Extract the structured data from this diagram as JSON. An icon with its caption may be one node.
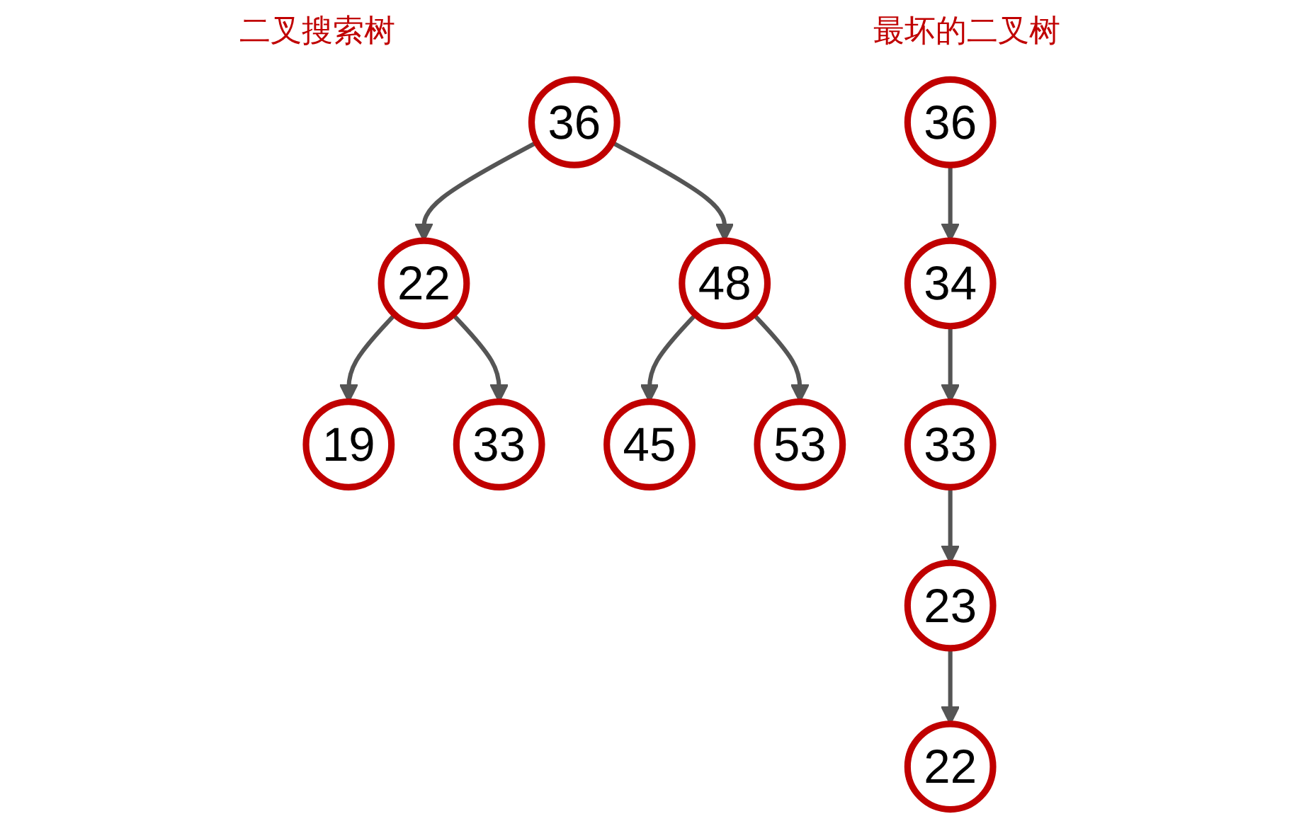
{
  "diagram": {
    "nodes": [
      {
        "text": [
          "36"
        ]
      },
      {
        "text": [
          "22"
        ]
      },
      {
        "text": [
          "48"
        ]
      },
      {
        "text": [
          "19"
        ]
      },
      {
        "text": [
          "33"
        ]
      },
      {
        "text": [
          "45"
        ]
      },
      {
        "text": [
          "53"
        ]
      },
      {
        "text": [
          "36"
        ]
      },
      {
        "text": [
          "34"
        ]
      },
      {
        "text": [
          "33"
        ]
      },
      {
        "text": [
          "23"
        ]
      },
      {
        "text": [
          "22"
        ]
      }
    ],
    "edges": [
      {
        "from": 0,
        "to": 1,
        "arrow": "to"
      },
      {
        "from": 0,
        "to": 2,
        "arrow": "to"
      },
      {
        "from": 1,
        "to": 3,
        "arrow": "to"
      },
      {
        "from": 1,
        "to": 4,
        "arrow": "to"
      },
      {
        "from": 2,
        "to": 5,
        "arrow": "to"
      },
      {
        "from": 2,
        "to": 6,
        "arrow": "to"
      },
      {
        "from": 7,
        "to": 8,
        "arrow": "to"
      },
      {
        "from": 8,
        "to": 9,
        "arrow": "to"
      },
      {
        "from": 9,
        "to": 10,
        "arrow": "to"
      },
      {
        "from": 10,
        "to": 11,
        "arrow": "to"
      }
    ],
    "labels": [
      "二叉搜索树",
      "最坏的二叉树"
    ]
  }
}
